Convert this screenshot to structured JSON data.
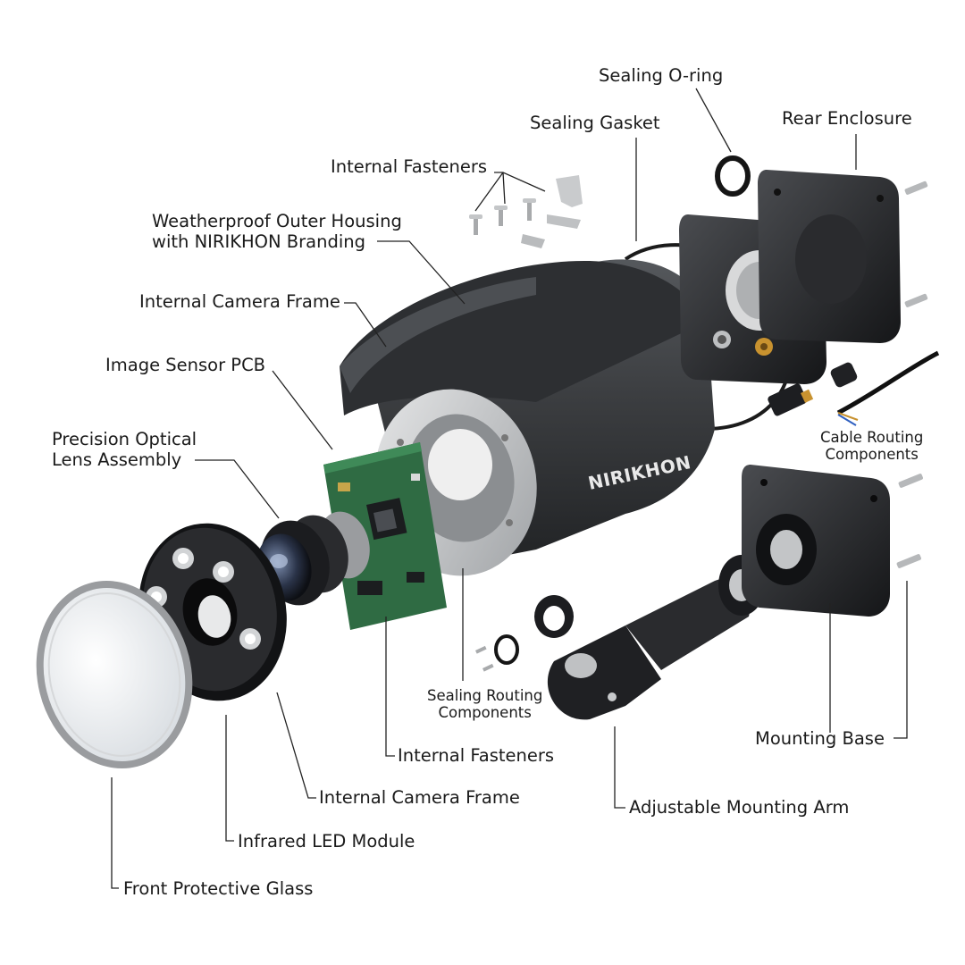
{
  "brand": {
    "text": "NIRIKHON"
  },
  "labels": {
    "sealing_oring": "Sealing O-ring",
    "sealing_gasket": "Sealing Gasket",
    "rear_enclosure": "Rear Enclosure",
    "internal_fasteners_top": "Internal Fasteners",
    "weatherproof_housing": [
      "Weatherproof Outer Housing",
      "with NIRIKHON Branding"
    ],
    "internal_camera_frame_top": "Internal Camera Frame",
    "image_sensor_pcb": "Image Sensor PCB",
    "precision_lens": [
      "Precision Optical",
      "Lens Assembly"
    ],
    "cable_routing": [
      "Cable Routing",
      "Components"
    ],
    "sealing_routing": [
      "Sealing Routing",
      "Components"
    ],
    "mounting_base": "Mounting Base",
    "internal_fasteners_bottom": "Internal Fasteners",
    "internal_camera_frame_bottom": "Internal Camera Frame",
    "adjustable_arm": "Adjustable Mounting Arm",
    "infrared_led": "Infrared LED Module",
    "front_glass": "Front Protective Glass"
  },
  "colors": {
    "housing": "#3b3d40",
    "housing_dark": "#26282a",
    "aluminum": "#c9cbcc",
    "pcb": "#2f6b43",
    "leader": "#222222",
    "glass_rim": "#9a9c9f",
    "brass": "#c8922f"
  }
}
